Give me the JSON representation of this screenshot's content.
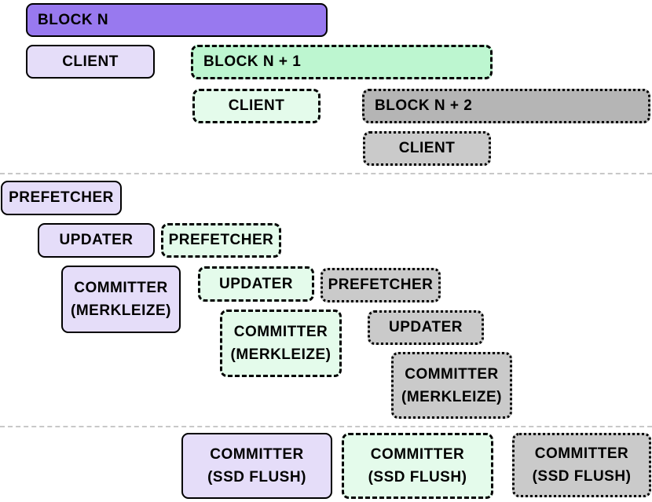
{
  "colors": {
    "purple": "#9879ef",
    "lavender": "#e5ddf9",
    "mint": "#bdf6d0",
    "pale_green": "#e4fbeb",
    "gray": "#b5b5b5",
    "light_gray": "#cacaca",
    "border": "#000000",
    "separator_line": "#c8c8c8",
    "background": "#ffffff"
  },
  "boxes": {
    "block_n": {
      "label": "BLOCK N"
    },
    "client_n": {
      "label": "CLIENT"
    },
    "block_n1": {
      "label": "BLOCK N + 1"
    },
    "client_n1": {
      "label": "CLIENT"
    },
    "block_n2": {
      "label": "BLOCK N + 2"
    },
    "client_n2": {
      "label": "CLIENT"
    },
    "prefetcher_n": {
      "label": "PREFETCHER"
    },
    "updater_n": {
      "label": "UPDATER"
    },
    "prefetcher_n1": {
      "label": "PREFETCHER"
    },
    "committer_merkleize_n": {
      "line1": "COMMITTER",
      "line2": "(MERKLEIZE)"
    },
    "updater_n1": {
      "label": "UPDATER"
    },
    "prefetcher_n2": {
      "label": "PREFETCHER"
    },
    "committer_merkleize_n1": {
      "line1": "COMMITTER",
      "line2": "(MERKLEIZE)"
    },
    "updater_n2": {
      "label": "UPDATER"
    },
    "committer_merkleize_n2": {
      "line1": "COMMITTER",
      "line2": "(MERKLEIZE)"
    },
    "committer_ssd_n": {
      "line1": "COMMITTER",
      "line2": "(SSD FLUSH)"
    },
    "committer_ssd_n1": {
      "line1": "COMMITTER",
      "line2": "(SSD FLUSH)"
    },
    "committer_ssd_n2": {
      "line1": "COMMITTER",
      "line2": "(SSD FLUSH)"
    }
  }
}
